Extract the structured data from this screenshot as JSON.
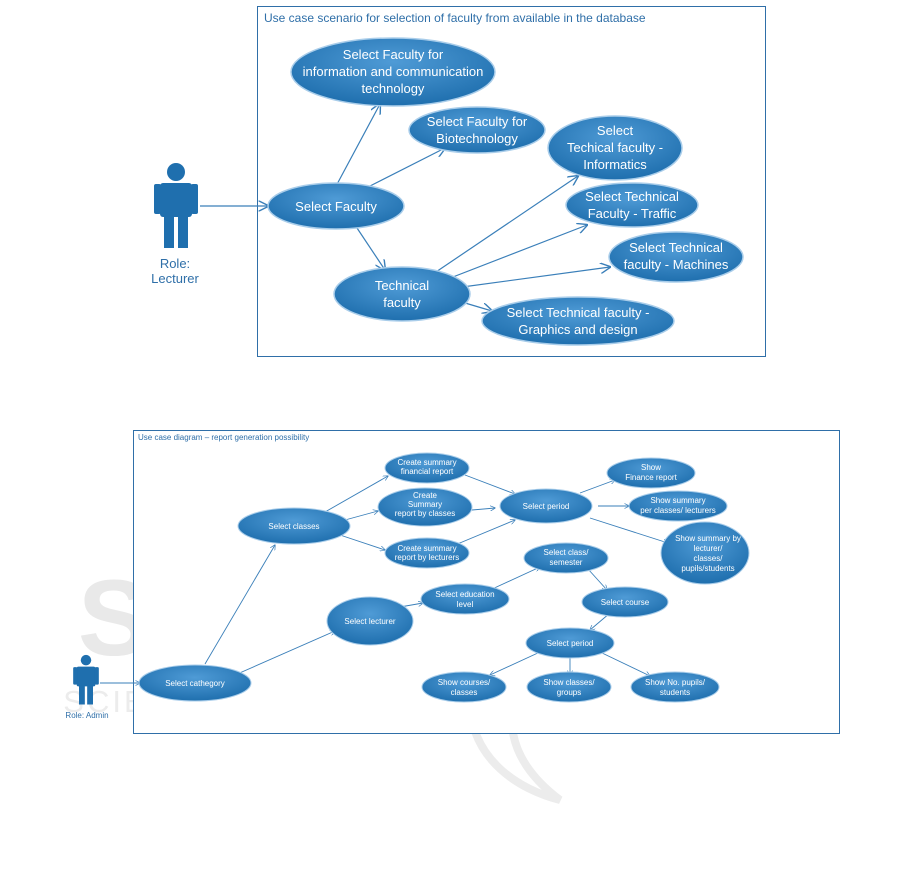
{
  "diagram1": {
    "title": "Use case scenario for selection of faculty from available in the database",
    "actor_label": "Role:\nLecturer",
    "use_cases": {
      "faculty_ict": "Select Faculty for\ninformation and communication\ntechnology",
      "faculty_bio": "Select Faculty for\nBiotechnology",
      "select_faculty": "Select Faculty",
      "tech_informatics": "Select\nTechical faculty -\nInformatics",
      "tech_traffic": "Select Technical\nFaculty - Traffic",
      "tech_machines": "Select Technical\nfaculty - Machines",
      "technical_faculty": "Technical\nfaculty",
      "tech_graphics": "Select Technical faculty -\nGraphics and design"
    }
  },
  "diagram2": {
    "title": "Use case diagram – report generation possibility",
    "actor_label": "Role: Admin",
    "use_cases": {
      "summary_financial": "Create summary\nfinancial report",
      "summary_by_classes": "Create\nSummary\nreport by classes",
      "summary_by_lecturers": "Create summary\nreport by lecturers",
      "select_classes": "Select classes",
      "select_period_top": "Select period",
      "show_finance": "Show\nFinance report",
      "show_summary_classes": "Show summary\nper classes/ lecturers",
      "show_summary_lecturer": "Show summary by\nlecturer/\nclasses/\npupils/students",
      "select_class_semester": "Select class/\nsemester",
      "select_education_level": "Select education\nlevel",
      "select_lecturer": "Select lecturer",
      "select_course": "Select course",
      "select_period_bottom": "Select period",
      "select_cathegory": "Select cathegory",
      "show_courses": "Show courses/\nclasses",
      "show_classes_groups": "Show classes/\ngroups",
      "show_no_pupils": "Show No. pupils/\nstudents"
    }
  },
  "watermark": {
    "big": "SCITEPRESS",
    "small": "SCIENCE AND TECHNOLOGY PUBLICATIONS"
  },
  "colors": {
    "ellipse_fill": "#2c7ec0",
    "ellipse_stroke": "#a9cdea",
    "arrow": "#3a7fb9",
    "frame": "#2f6fa8",
    "actor": "#1f6fae",
    "watermark": "#e6e6e6"
  }
}
